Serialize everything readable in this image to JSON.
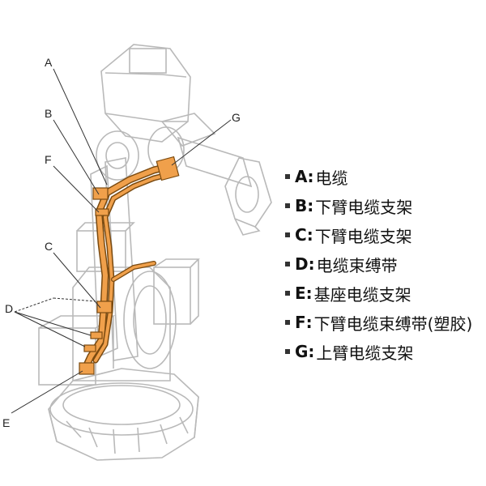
{
  "callouts": {
    "A": "A",
    "B": "B",
    "F": "F",
    "C": "C",
    "D": "D",
    "E": "E",
    "G": "G"
  },
  "legend": [
    {
      "key": "A",
      "text": "电缆"
    },
    {
      "key": "B",
      "text": "下臂电缆支架"
    },
    {
      "key": "C",
      "text": "下臂电缆支架"
    },
    {
      "key": "D",
      "text": "电缆束缚带"
    },
    {
      "key": "E",
      "text": "基座电缆支架"
    },
    {
      "key": "F",
      "text": "下臂电缆束缚带(塑胶)"
    },
    {
      "key": "G",
      "text": "上臂电缆支架"
    }
  ],
  "colors": {
    "cable": "#f0a04b",
    "cable_outline": "#7a4a10",
    "robot_line": "#b9b9b9",
    "leader_line": "#333333"
  }
}
